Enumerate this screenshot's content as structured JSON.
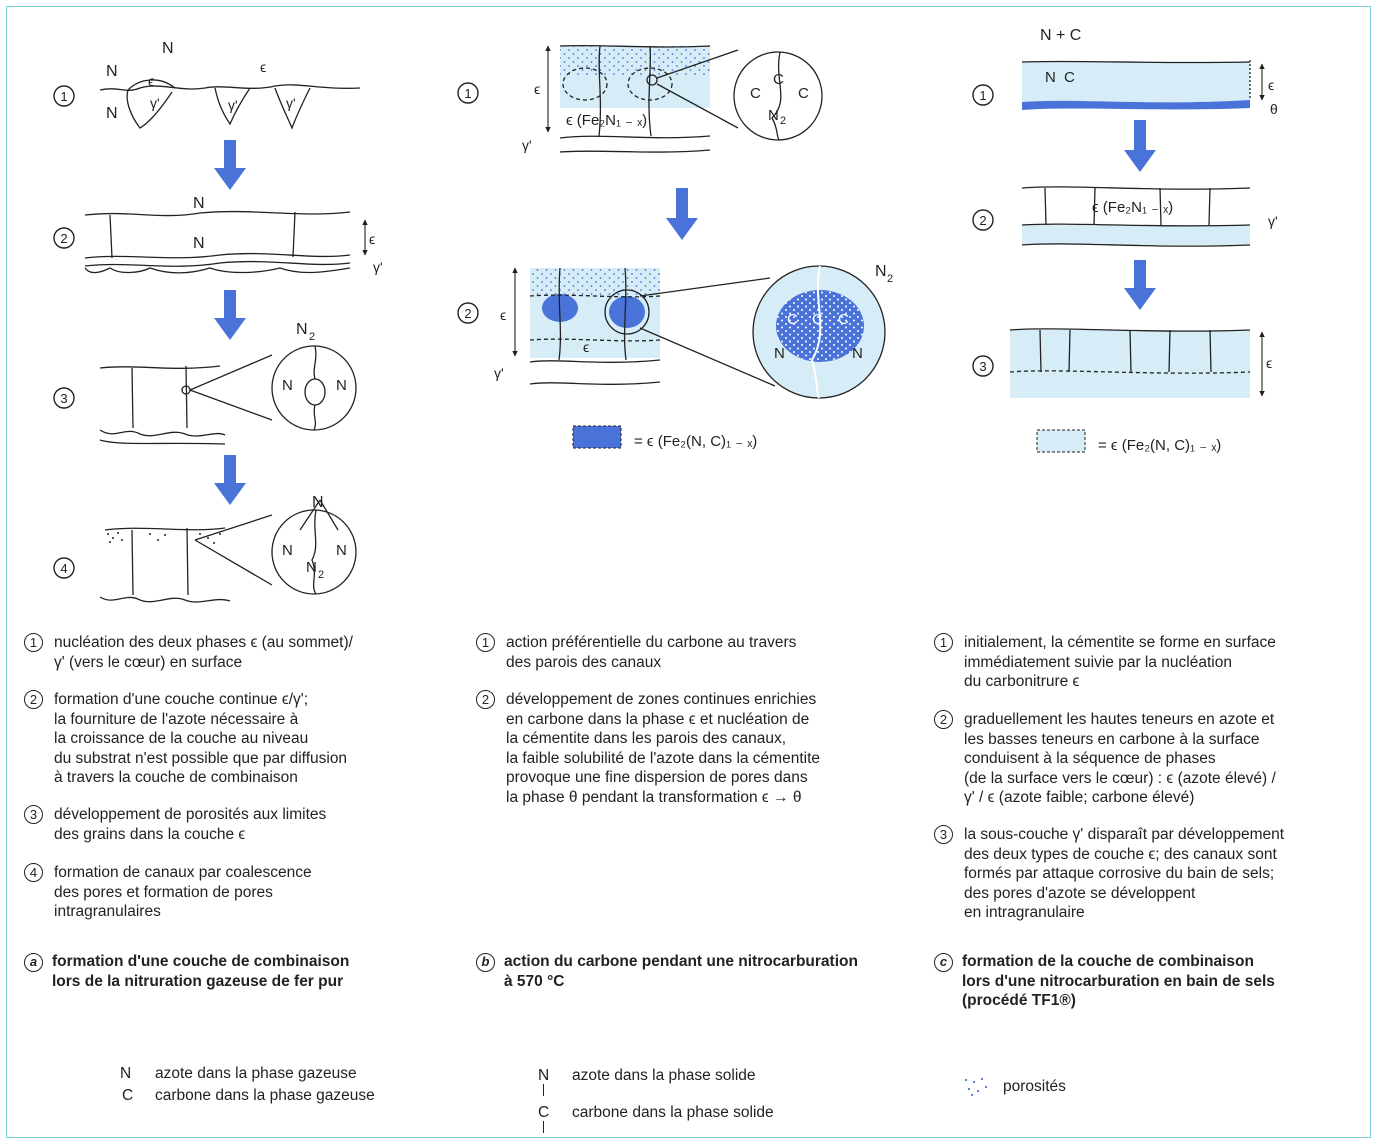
{
  "colors": {
    "blue_fill": "#4a73d9",
    "light_fill": "#d6ecf7",
    "arrow": "#4a73d9",
    "dot": "#4a73d9",
    "frame": "#7fd0e0"
  },
  "diagram_labels": {
    "n": "N",
    "c": "C",
    "n2": "N",
    "sub2": "2",
    "nc": "N + C",
    "eps": "ϵ",
    "gamma": "γ'",
    "theta": "θ",
    "fe2n": "ϵ (Fe₂N₁ ₋ ₓ)",
    "fe2nc": "= ϵ (Fe₂(N, C)₁ ₋ ₓ)",
    "c_dash": "C",
    "steps": [
      "1",
      "2",
      "3",
      "4"
    ]
  },
  "columns": [
    {
      "items": [
        {
          "num": "1",
          "text": "nucléation des deux phases ϵ (au sommet)/\nγ' (vers le cœur) en surface"
        },
        {
          "num": "2",
          "text": "formation d'une couche continue ϵ/γ';\nla fourniture de l'azote nécessaire à\nla croissance de la couche au niveau\ndu substrat n'est possible que par diffusion\nà travers la couche de combinaison"
        },
        {
          "num": "3",
          "text": "développement de porosités aux limites\ndes grains dans la couche ϵ"
        },
        {
          "num": "4",
          "text": "formation de canaux par coalescence\ndes pores et formation de pores\nintragranulaires"
        }
      ],
      "caption_letter": "a",
      "caption": "formation d'une couche de combinaison\nlors de la nitruration gazeuse de fer pur"
    },
    {
      "items": [
        {
          "num": "1",
          "text": "action préférentielle du carbone au travers\ndes parois des canaux"
        },
        {
          "num": "2",
          "text": "développement de zones continues enrichies\nen carbone dans la phase ϵ et nucléation de\nla cémentite dans les parois des canaux,\nla faible solubilité de l'azote dans la cémentite\nprovoque une fine dispersion de pores dans\nla phase θ pendant la transformation ϵ → θ"
        }
      ],
      "caption_letter": "b",
      "caption": "action du carbone pendant une nitrocarburation\nà 570 °C"
    },
    {
      "items": [
        {
          "num": "1",
          "text": "initialement, la cémentite se forme en surface\nimmédiatement suivie par la nucléation\ndu carbonitrure ϵ"
        },
        {
          "num": "2",
          "text": "graduellement les hautes teneurs en azote et\nles basses teneurs en carbone à la surface\nconduisent à la séquence de phases\n(de la surface vers le cœur) : ϵ (azote élevé) /\nγ' / ϵ (azote faible; carbone élevé)"
        },
        {
          "num": "3",
          "text": "la sous-couche γ' disparaît par développement\ndes deux types de couche ϵ; des canaux sont\nformés par attaque corrosive du bain de sels;\ndes pores d'azote se développent\nen intragranulaire"
        }
      ],
      "caption_letter": "c",
      "caption": "formation de la couche de combinaison\nlors d'une nitrocarburation en bain de sels\n(procédé TF1®)"
    }
  ],
  "legend": {
    "n_sym": "N",
    "n_gas": "azote dans la phase gazeuse",
    "c_sym": "C",
    "c_gas": "carbone dans la phase gazeuse",
    "n_solid": "azote dans la phase solide",
    "c_solid": "carbone dans la phase solide",
    "porosity": "porosités"
  }
}
